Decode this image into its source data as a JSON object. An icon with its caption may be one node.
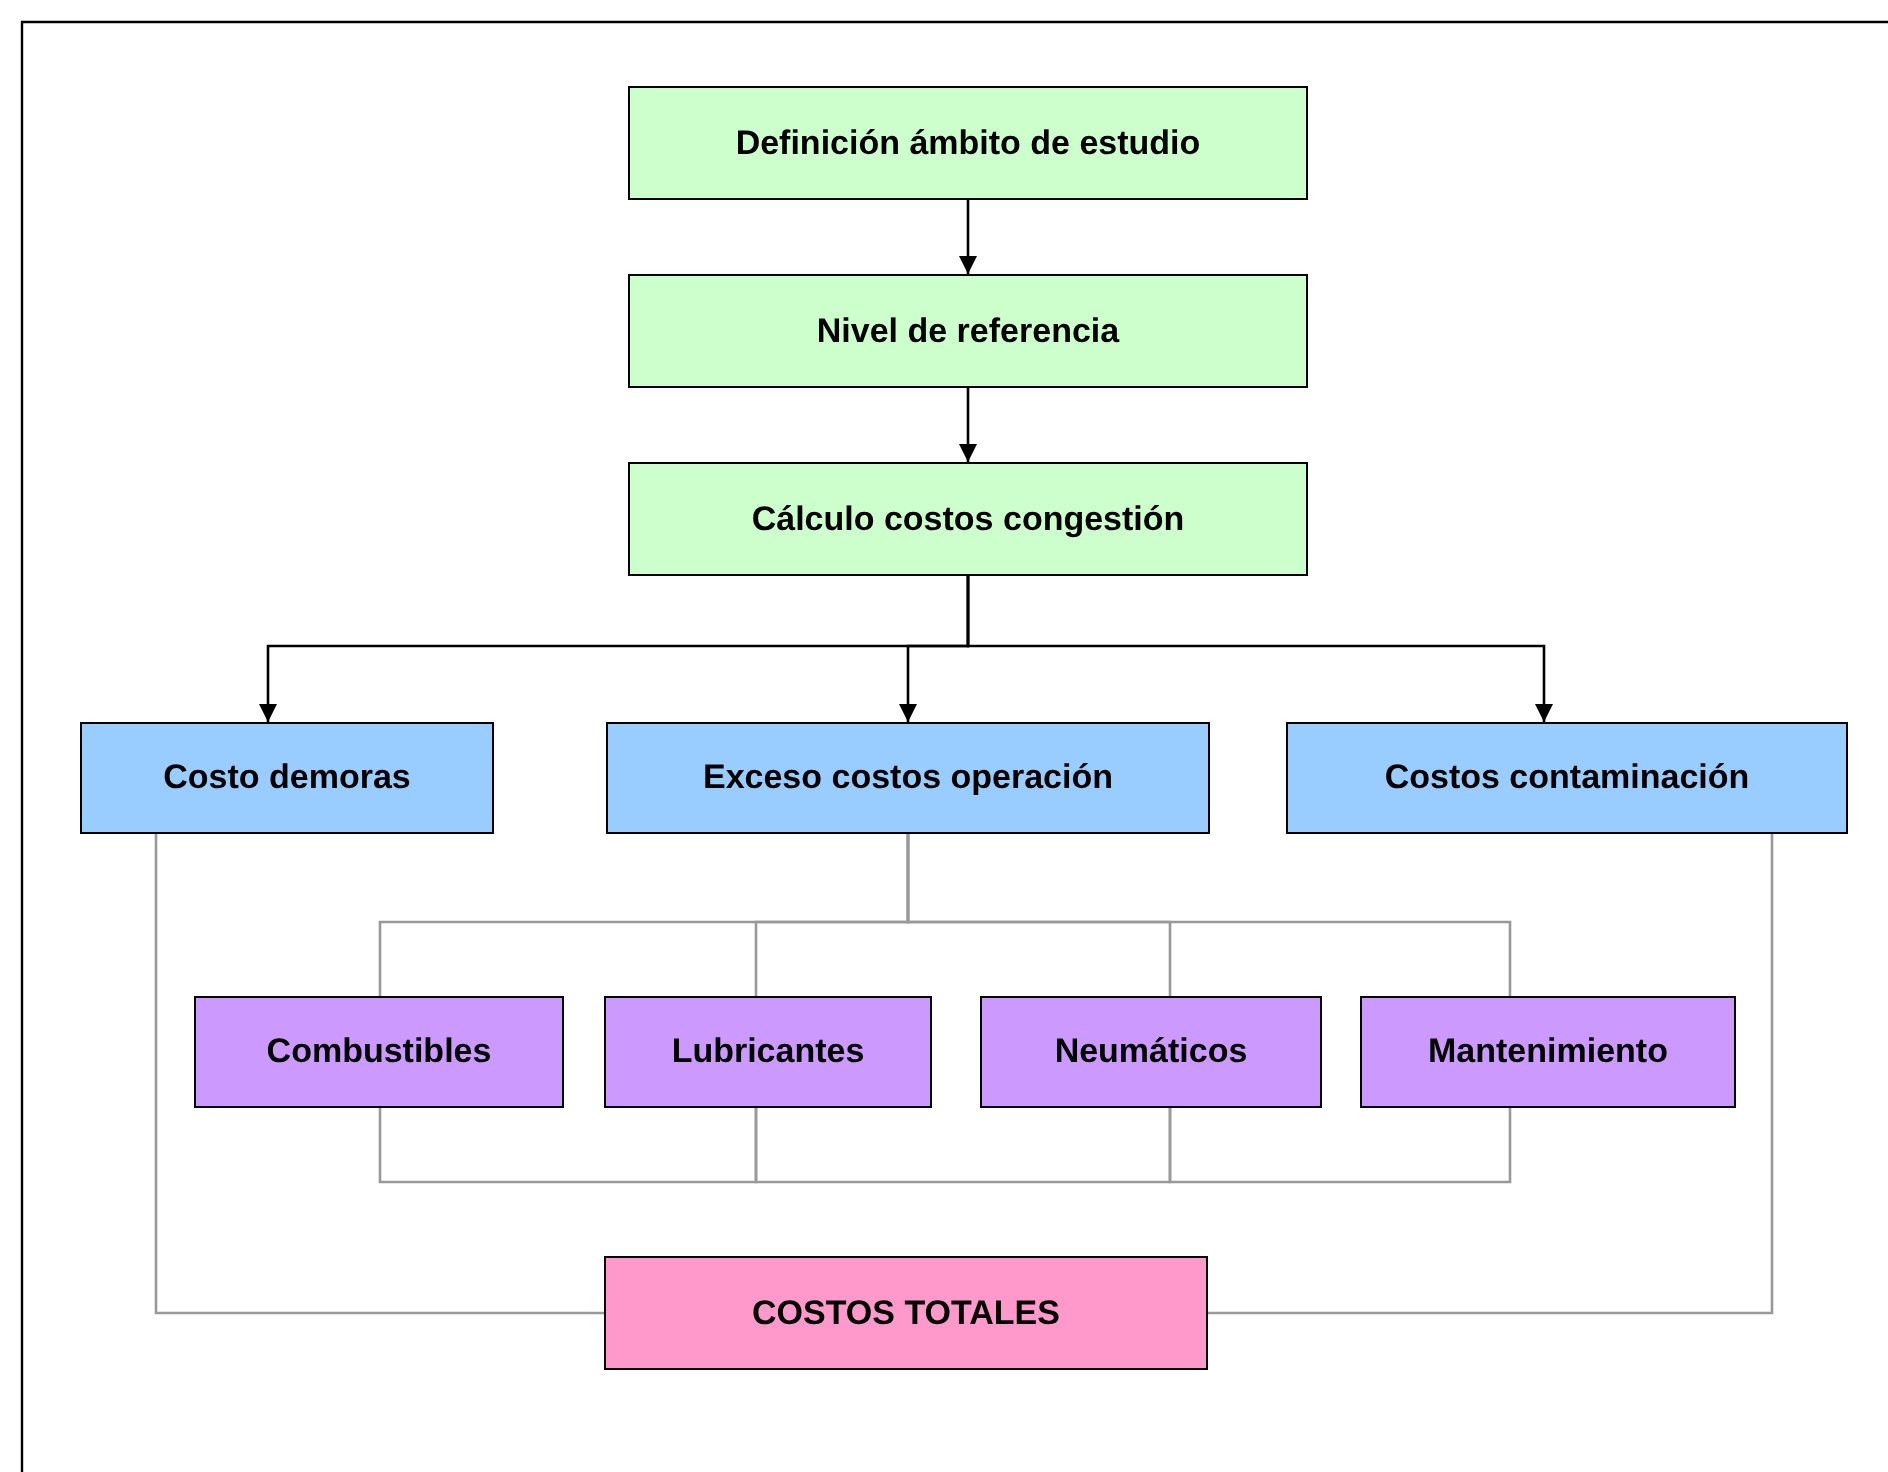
{
  "diagram": {
    "nodes": [
      {
        "text": [
          "Definición ámbito de estudio"
        ]
      },
      {
        "text": [
          "Nivel de referencia"
        ]
      },
      {
        "text": [
          "Cálculo costos congestión"
        ]
      },
      {
        "text": [
          "Costo demoras"
        ]
      },
      {
        "text": [
          "Exceso costos operación"
        ]
      },
      {
        "text": [
          "Costos contaminación"
        ]
      },
      {
        "text": [
          "Combustibles"
        ]
      },
      {
        "text": [
          "Lubricantes"
        ]
      },
      {
        "text": [
          "Neumáticos"
        ]
      },
      {
        "text": [
          "Mantenimiento"
        ]
      },
      {
        "text": [
          "COSTOS TOTALES"
        ]
      }
    ],
    "edges": [
      {
        "from": 0,
        "to": 1,
        "arrow": "to",
        "color": "#000000"
      },
      {
        "from": 1,
        "to": 2,
        "arrow": "to",
        "color": "#000000"
      },
      {
        "from": 2,
        "to": 3,
        "arrow": "to",
        "color": "#000000"
      },
      {
        "from": 2,
        "to": 4,
        "arrow": "to",
        "color": "#000000"
      },
      {
        "from": 2,
        "to": 5,
        "arrow": "to",
        "color": "#000000"
      },
      {
        "from": 4,
        "to": 6,
        "arrow": "none"
      },
      {
        "from": 4,
        "to": 7,
        "arrow": "none"
      },
      {
        "from": 4,
        "to": 8,
        "arrow": "none"
      },
      {
        "from": 4,
        "to": 9,
        "arrow": "none"
      },
      {
        "from": 6,
        "to": 7,
        "arrow": "none"
      },
      {
        "from": 7,
        "to": 8,
        "arrow": "none"
      },
      {
        "from": 8,
        "to": 9,
        "arrow": "none"
      },
      {
        "from": 3,
        "to": 10,
        "arrow": "none"
      },
      {
        "from": 5,
        "to": 10,
        "arrow": "none"
      }
    ]
  }
}
